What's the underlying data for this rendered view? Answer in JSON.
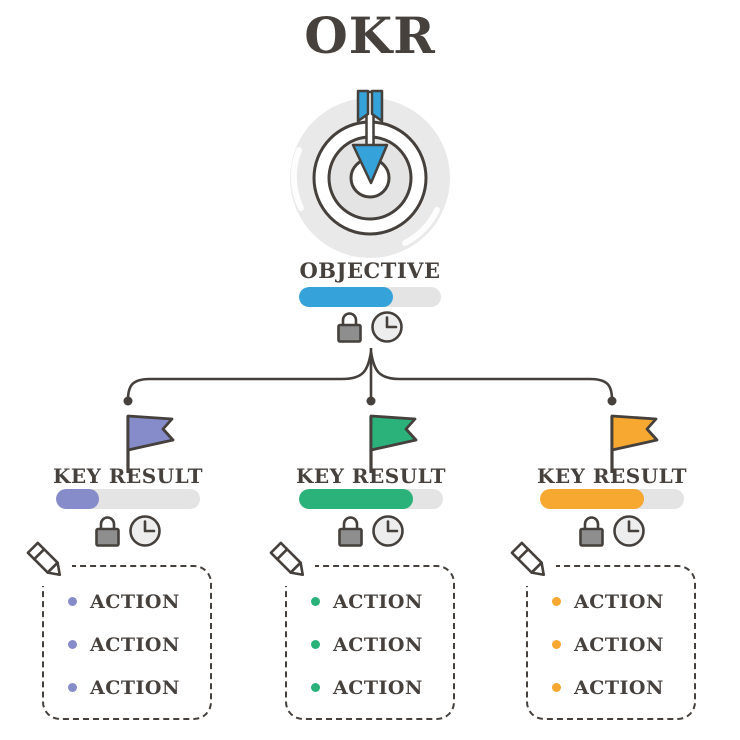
{
  "title": "OKR",
  "palette": {
    "ink": "#46413d",
    "outline": "#45403c",
    "track": "#e4e4e4",
    "target_blob": "#e9e9e9",
    "target_ring_fill": "#e4e4e4",
    "lock_body": "#8e8e8e",
    "clock_face": "#ededed",
    "arrow_blue": "#35a3da"
  },
  "icons": {
    "target": "target-with-arrow-icon",
    "lock": "lock-icon",
    "clock": "clock-icon",
    "flag": "flag-icon",
    "pencil": "pencil-icon"
  },
  "objective": {
    "label": "OBJECTIVE",
    "progress_percent": 66,
    "color": "#35a3da"
  },
  "key_results": [
    {
      "label": "KEY RESULT",
      "progress_percent": 30,
      "color": "#868bca",
      "actions": [
        "ACTION",
        "ACTION",
        "ACTION"
      ]
    },
    {
      "label": "KEY RESULT",
      "progress_percent": 79,
      "color": "#2bb27b",
      "actions": [
        "ACTION",
        "ACTION",
        "ACTION"
      ]
    },
    {
      "label": "KEY RESULT",
      "progress_percent": 72,
      "color": "#f6a831",
      "actions": [
        "ACTION",
        "ACTION",
        "ACTION"
      ]
    }
  ]
}
